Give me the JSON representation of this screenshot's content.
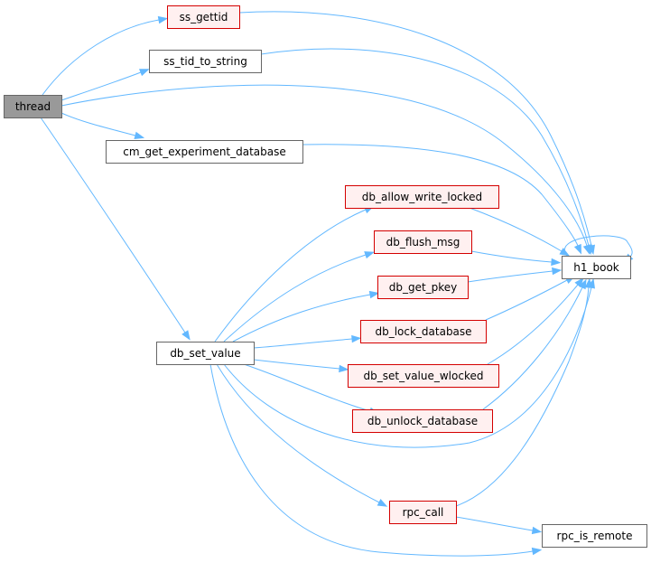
{
  "graph": {
    "nodes": [
      {
        "id": "thread",
        "label": "thread",
        "style": "root"
      },
      {
        "id": "ss_gettid",
        "label": "ss_gettid",
        "style": "red"
      },
      {
        "id": "ss_tid_to_string",
        "label": "ss_tid_to_string",
        "style": "plain"
      },
      {
        "id": "cm_get_experiment_database",
        "label": "cm_get_experiment_database",
        "style": "plain"
      },
      {
        "id": "db_allow_write_locked",
        "label": "db_allow_write_locked",
        "style": "red"
      },
      {
        "id": "db_flush_msg",
        "label": "db_flush_msg",
        "style": "red"
      },
      {
        "id": "db_get_pkey",
        "label": "db_get_pkey",
        "style": "red"
      },
      {
        "id": "db_lock_database",
        "label": "db_lock_database",
        "style": "red"
      },
      {
        "id": "db_set_value",
        "label": "db_set_value",
        "style": "plain"
      },
      {
        "id": "db_set_value_wlocked",
        "label": "db_set_value_wlocked",
        "style": "red"
      },
      {
        "id": "db_unlock_database",
        "label": "db_unlock_database",
        "style": "red"
      },
      {
        "id": "h1_book",
        "label": "h1_book",
        "style": "plain"
      },
      {
        "id": "rpc_call",
        "label": "rpc_call",
        "style": "red"
      },
      {
        "id": "rpc_is_remote",
        "label": "rpc_is_remote",
        "style": "plain"
      }
    ],
    "edges": [
      {
        "from": "thread",
        "to": "ss_gettid"
      },
      {
        "from": "thread",
        "to": "ss_tid_to_string"
      },
      {
        "from": "thread",
        "to": "h1_book"
      },
      {
        "from": "thread",
        "to": "cm_get_experiment_database"
      },
      {
        "from": "thread",
        "to": "db_set_value"
      },
      {
        "from": "ss_gettid",
        "to": "h1_book"
      },
      {
        "from": "ss_tid_to_string",
        "to": "h1_book"
      },
      {
        "from": "cm_get_experiment_database",
        "to": "h1_book"
      },
      {
        "from": "db_allow_write_locked",
        "to": "h1_book"
      },
      {
        "from": "db_flush_msg",
        "to": "h1_book"
      },
      {
        "from": "db_get_pkey",
        "to": "h1_book"
      },
      {
        "from": "db_lock_database",
        "to": "h1_book"
      },
      {
        "from": "db_set_value_wlocked",
        "to": "h1_book"
      },
      {
        "from": "db_unlock_database",
        "to": "h1_book"
      },
      {
        "from": "h1_book",
        "to": "h1_book"
      },
      {
        "from": "db_set_value",
        "to": "db_allow_write_locked"
      },
      {
        "from": "db_set_value",
        "to": "db_flush_msg"
      },
      {
        "from": "db_set_value",
        "to": "db_get_pkey"
      },
      {
        "from": "db_set_value",
        "to": "db_lock_database"
      },
      {
        "from": "db_set_value",
        "to": "db_set_value_wlocked"
      },
      {
        "from": "db_set_value",
        "to": "db_unlock_database"
      },
      {
        "from": "db_set_value",
        "to": "h1_book"
      },
      {
        "from": "db_set_value",
        "to": "rpc_call"
      },
      {
        "from": "db_set_value",
        "to": "rpc_is_remote"
      },
      {
        "from": "rpc_call",
        "to": "h1_book"
      },
      {
        "from": "rpc_call",
        "to": "rpc_is_remote"
      }
    ]
  }
}
